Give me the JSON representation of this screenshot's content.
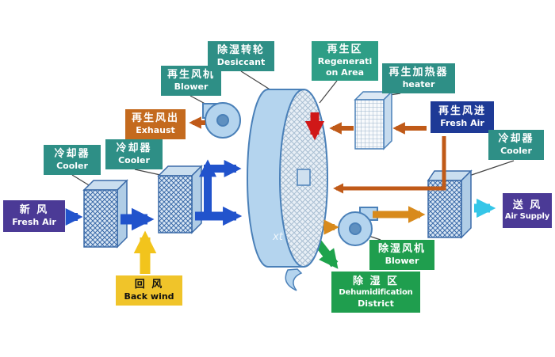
{
  "watermark": "xt",
  "colors": {
    "supply_flow_blue": "#2153cc",
    "return_flow_yellow": "#f2c41c",
    "regen_hot_red": "#d01818",
    "regen_flow_orange": "#c05a18",
    "process_out_amber": "#d88a1c",
    "supply_out_cyan": "#35c6e8",
    "dehumid_zone_green": "#1ea34c",
    "component_blue": "#b4d4ee",
    "component_outline": "#4a80b8"
  },
  "labels": {
    "fresh_air_in": {
      "zh": "新 风",
      "en": "Fresh Air",
      "bg": "#4b3a96",
      "fg": "#ffffff"
    },
    "cooler1": {
      "zh": "冷却器",
      "en": "Cooler",
      "bg": "#2e8f86",
      "fg": "#ffffff"
    },
    "cooler2": {
      "zh": "冷却器",
      "en": "Cooler",
      "bg": "#2e8f86",
      "fg": "#ffffff"
    },
    "back_wind": {
      "zh": "回 风",
      "en": "Back wind",
      "bg": "#f0c42a",
      "fg": "#111111"
    },
    "regen_blower": {
      "zh": "再生风机",
      "en": "Blower",
      "bg": "#2e8f86",
      "fg": "#ffffff"
    },
    "exhaust": {
      "zh": "再生风出",
      "en": "Exhaust",
      "bg": "#c46a1e",
      "fg": "#ffffff"
    },
    "desiccant": {
      "zh": "除湿转轮",
      "en": "Desiccant",
      "bg": "#2e8f86",
      "fg": "#ffffff"
    },
    "regen_area": {
      "zh": "再生区",
      "en": "Regenerati",
      "en2": "on Area",
      "bg": "#2e9e86",
      "fg": "#ffffff"
    },
    "heater": {
      "zh": "再生加热器",
      "en": "heater",
      "bg": "#2e8f86",
      "fg": "#ffffff"
    },
    "regen_fresh_air": {
      "zh": "再生风进",
      "en": "Fresh Air",
      "bg": "#1e3a96",
      "fg": "#ffffff"
    },
    "cooler3": {
      "zh": "冷却器",
      "en": "Cooler",
      "bg": "#2e8f86",
      "fg": "#ffffff"
    },
    "air_supply": {
      "zh": "送 风",
      "en": "Air Supply",
      "bg": "#4b3a96",
      "fg": "#ffffff"
    },
    "dehumid_blower": {
      "zh": "除湿风机",
      "en": "Blower",
      "bg": "#1f9e4e",
      "fg": "#ffffff"
    },
    "dehumid_district": {
      "zh": "除 湿 区",
      "en": "Dehumidification",
      "en2": "District",
      "bg": "#1f9e4e",
      "fg": "#ffffff"
    }
  }
}
